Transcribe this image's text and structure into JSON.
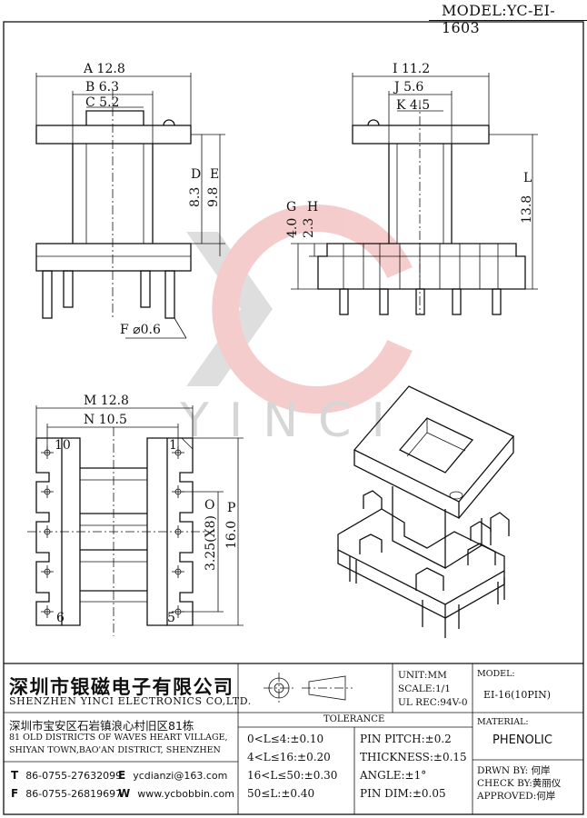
{
  "header": {
    "model_label": "MODEL",
    "model_value": "YC-EI-1603"
  },
  "dimensions": {
    "A": "A 12.8",
    "B": "B 6.3",
    "C": "C 5.2",
    "D": "D",
    "D_val": "8.3",
    "E": "E",
    "E_val": "9.8",
    "F": "F ⌀0.6",
    "I": "I 11.2",
    "J": "J 5.6",
    "K": "K 4.5",
    "G": "G",
    "G_val": "4.0",
    "H": "H",
    "H_val": "2.3",
    "L": "L",
    "L_val": "13.8",
    "M": "M 12.8",
    "N": "N 10.5",
    "O": "O",
    "O_val": "3.25(X8)",
    "P": "P",
    "P_val": "16.0",
    "pin10": "10",
    "pin1": "1",
    "pin6": "6",
    "pin5": "5"
  },
  "watermark": {
    "brand": "YINCI"
  },
  "company": {
    "name_cn": "深圳市银磁电子有限公司",
    "name_en": "SHENZHEN YINCI ELECTRONICS CO,LTD.",
    "address_cn": "深圳市宝安区石岩镇浪心村旧区81栋",
    "address_en_1": "81 OLD DISTRICTS OF WAVES HEART VILLAGE,",
    "address_en_2": "SHIYAN TOWN,BAO'AN DISTRICT, SHENZHEN",
    "tel_label": "T",
    "tel": "86-0755-27632099",
    "email_label": "E",
    "email": "ycdianzi@163.com",
    "fax_label": "F",
    "fax": "86-0755-26819697",
    "web_label": "W",
    "web": "www.ycbobbin.com"
  },
  "specs": {
    "unit": "UNIT:MM",
    "scale": "SCALE:1/1",
    "ul": "UL REC:94V-0",
    "model_label": "MODEL:",
    "model_value": "EI-16(10PIN)",
    "material_label": "MATERIAL:",
    "material_value": "PHENOLIC",
    "drawn": "DRWN BY: 何岸",
    "check": "CHECK BY:黄丽仪",
    "approved": "APPROVED:何岸"
  },
  "tolerance": {
    "title": "TOLERANCE",
    "rows_left": [
      "0<L≤4:±0.10",
      "4<L≤16:±0.20",
      "16<L≤50:±0.30",
      "50≤L:±0.40"
    ],
    "rows_right": [
      "PIN PITCH:±0.2",
      "THICKNESS:±0.15",
      "ANGLE:±1°",
      "PIN DIM:±0.05"
    ]
  }
}
